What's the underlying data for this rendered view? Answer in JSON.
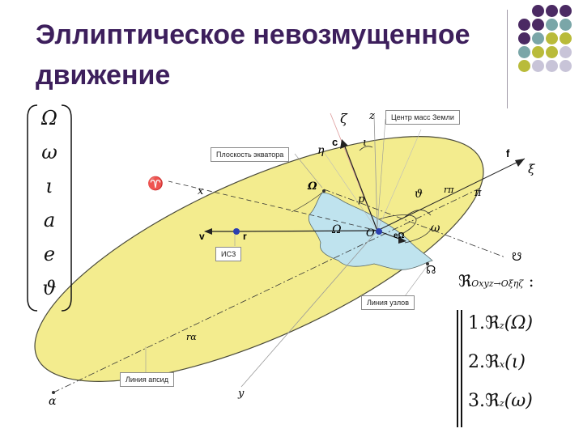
{
  "title": "Эллиптическое невозмущенное движение",
  "colors": {
    "title": "#3d1f5c",
    "orbit_plane": "#f3ec8e",
    "earth_patch": "#bfe3ee",
    "dot_purple": "#4b2a63",
    "dot_teal": "#7aa6a8",
    "dot_olive": "#b9bb3a",
    "dot_lilac": "#c8c4d8"
  },
  "decor_dots": [
    [
      "dot_purple",
      "dot_purple",
      "dot_purple"
    ],
    [
      "dot_purple",
      "dot_purple",
      "dot_teal",
      "dot_teal"
    ],
    [
      "dot_purple",
      "dot_teal",
      "dot_olive",
      "dot_olive"
    ],
    [
      "dot_teal",
      "dot_olive",
      "dot_olive",
      "dot_lilac"
    ],
    [
      "dot_olive",
      "dot_lilac",
      "dot_lilac",
      "dot_lilac"
    ]
  ],
  "elements_vector": [
    "Ω",
    "ω",
    "ι",
    "a",
    "e",
    "ϑ"
  ],
  "callouts": {
    "earth_center": "Центр масс Земли",
    "equator_plane": "Плоскость экватора",
    "satellite": "ИСЗ",
    "node_line": "Линия узлов",
    "apsis_line": "Линия апсид"
  },
  "diagram_labels": {
    "zeta": "ζ",
    "z": "z",
    "c": "c",
    "eta": "η",
    "iota": "ι",
    "f": "f",
    "xi": "ξ",
    "aries": "♈",
    "x": "x",
    "Omega_top": "Ω",
    "p": "p",
    "theta": "ϑ",
    "r_pi": "rπ",
    "pi": "π",
    "v": "v",
    "r": "r",
    "Omega_mid": "Ω",
    "O": "O",
    "e_omega": "eΩ",
    "omega": "ω",
    "node_symbol": "☊",
    "Omega_desc": "☋",
    "r_alpha": "rα",
    "y": "y",
    "alpha": "α"
  },
  "rotation": {
    "header_main": "ℜ",
    "header_sub": "Oxyz→Oξηζ",
    "header_tail": " :",
    "rows": [
      {
        "num": "1.",
        "sym": "ℜ",
        "axis": "z",
        "arg": "(Ω)"
      },
      {
        "num": "2.",
        "sym": "ℜ",
        "axis": "x",
        "arg": "(ι)"
      },
      {
        "num": "3.",
        "sym": "ℜ",
        "axis": "z",
        "arg": "(ω)"
      }
    ]
  }
}
